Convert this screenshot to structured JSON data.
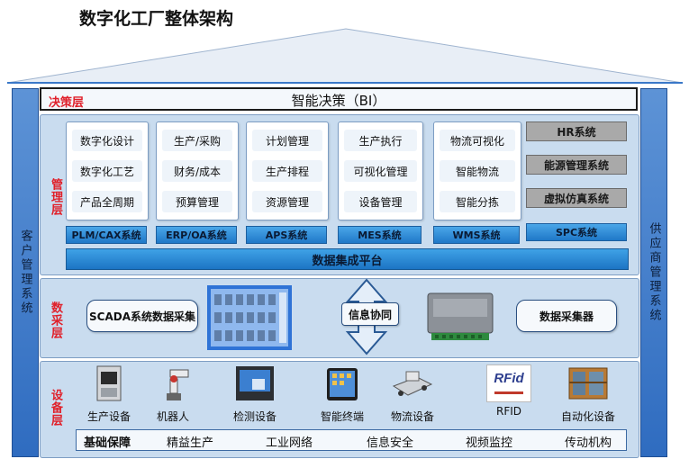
{
  "title": "数字化工厂整体架构",
  "side_left": "客户管理系统",
  "side_right": "供应商管理系统",
  "decision": {
    "label": "决策层",
    "text": "智能决策（BI）"
  },
  "management": {
    "label": "管理层",
    "groups": [
      {
        "items": [
          "数字化设计",
          "数字化工艺",
          "产品全周期"
        ],
        "system": "PLM/CAX系统"
      },
      {
        "items": [
          "生产/采购",
          "财务/成本",
          "预算管理"
        ],
        "system": "ERP/OA系统"
      },
      {
        "items": [
          "计划管理",
          "生产排程",
          "资源管理"
        ],
        "system": "APS系统"
      },
      {
        "items": [
          "生产执行",
          "可视化管理",
          "设备管理"
        ],
        "system": "MES系统"
      },
      {
        "items": [
          "物流可视化",
          "智能物流",
          "智能分拣"
        ],
        "system": "WMS系统"
      }
    ],
    "extra_systems": [
      "HR系统",
      "能源管理系统",
      "虚拟仿真系统"
    ],
    "spc": "SPC系统",
    "platform": "数据集成平台"
  },
  "collection": {
    "label": "数采层",
    "scada": "SCADA系统数据采集",
    "sync": "信息协同",
    "collector": "数据采集器"
  },
  "equipment": {
    "label": "设备层",
    "devices": [
      {
        "name": "生产设备",
        "icon": "cnc-machine-icon"
      },
      {
        "name": "机器人",
        "icon": "robot-arm-icon"
      },
      {
        "name": "检测设备",
        "icon": "inspection-equipment-icon"
      },
      {
        "name": "智能终端",
        "icon": "tablet-icon"
      },
      {
        "name": "物流设备",
        "icon": "agv-icon"
      },
      {
        "name": "RFID",
        "icon": "rfid-tag-icon"
      },
      {
        "name": "自动化设备",
        "icon": "automation-line-icon"
      }
    ],
    "rfid_logo_text": "RFid",
    "basis_label": "基础保障",
    "basis_items": [
      "精益生产",
      "工业网络",
      "信息安全",
      "视频监控",
      "传动机构"
    ]
  },
  "colors": {
    "layer_label": "#e0202a",
    "layer_fill": "#c9dcef",
    "system_tab": "#1f78c8",
    "side_bar": "#3a78c8"
  }
}
